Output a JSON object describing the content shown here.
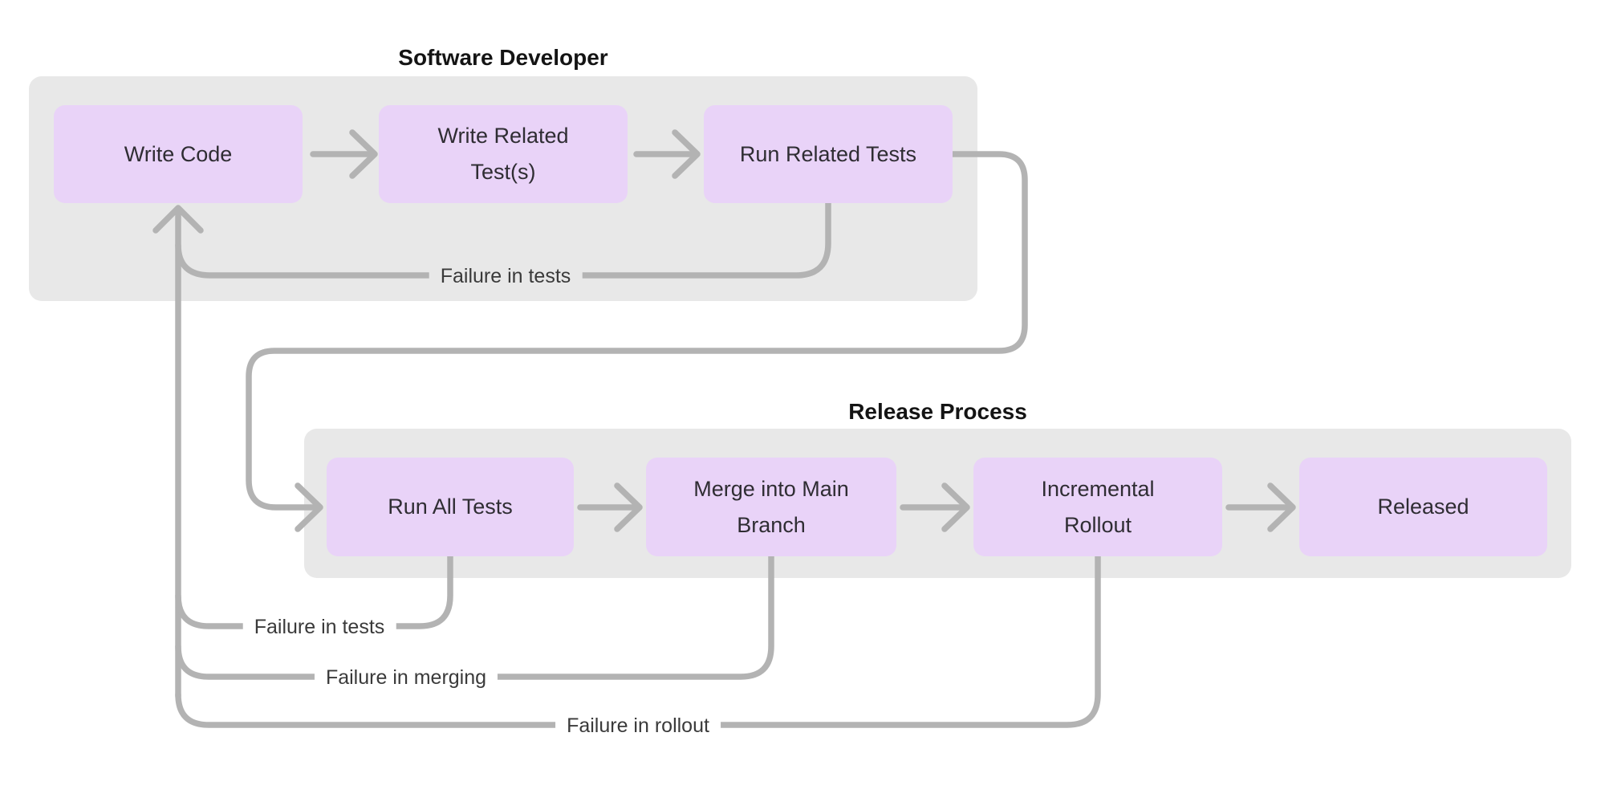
{
  "diagram": {
    "type": "flowchart",
    "colors": {
      "background": "#ffffff",
      "group_fill": "#e8e8e8",
      "node_fill": "#e9d3f8",
      "node_text": "#2f2d33",
      "connector": "#b3b3b3",
      "title_text": "#141414",
      "label_text": "#3a3a3a"
    },
    "groups": [
      {
        "title": "Software Developer",
        "nodes": [
          {
            "label": "Write Code"
          },
          {
            "label": "Write Related\nTest(s)"
          },
          {
            "label": "Run Related Tests"
          }
        ]
      },
      {
        "title": "Release Process",
        "nodes": [
          {
            "label": "Run All Tests"
          },
          {
            "label": "Merge into Main\nBranch"
          },
          {
            "label": "Incremental\nRollout"
          },
          {
            "label": "Released"
          }
        ]
      }
    ],
    "edge_labels": [
      {
        "text": "Failure in tests"
      },
      {
        "text": "Failure in tests"
      },
      {
        "text": "Failure in merging"
      },
      {
        "text": "Failure in rollout"
      }
    ],
    "edges": [
      {
        "from": "Write Code",
        "to": "Write Related Test(s)"
      },
      {
        "from": "Write Related Test(s)",
        "to": "Run Related Tests"
      },
      {
        "from": "Run Related Tests",
        "to": "Write Code",
        "label": "Failure in tests"
      },
      {
        "from": "Run Related Tests",
        "to": "Run All Tests"
      },
      {
        "from": "Run All Tests",
        "to": "Merge into Main Branch"
      },
      {
        "from": "Merge into Main Branch",
        "to": "Incremental Rollout"
      },
      {
        "from": "Incremental Rollout",
        "to": "Released"
      },
      {
        "from": "Run All Tests",
        "to": "Write Code",
        "label": "Failure in tests"
      },
      {
        "from": "Merge into Main Branch",
        "to": "Write Code",
        "label": "Failure in merging"
      },
      {
        "from": "Incremental Rollout",
        "to": "Write Code",
        "label": "Failure in rollout"
      }
    ]
  }
}
